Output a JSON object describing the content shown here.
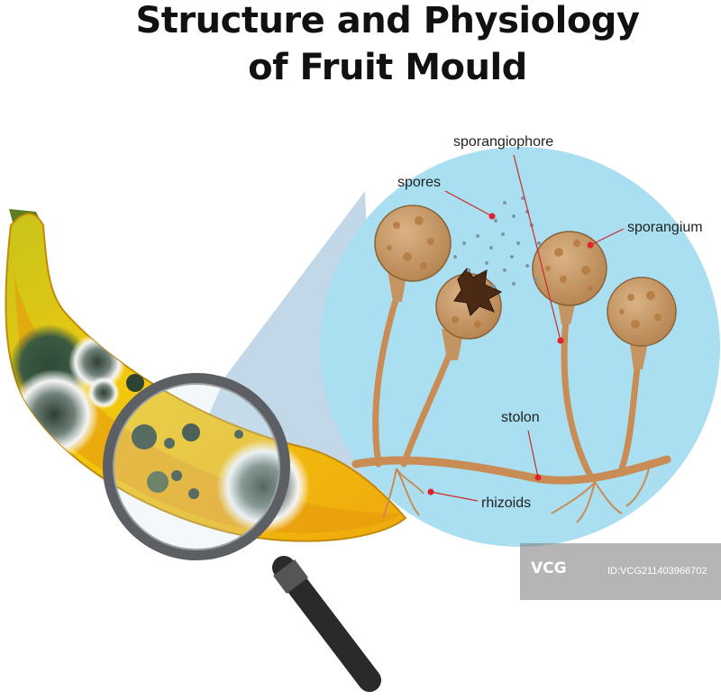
{
  "title": {
    "line1": "Structure and Physiology",
    "line2": "of Fruit Mould"
  },
  "labels": {
    "sporangiophore": "sporangiophore",
    "spores": "spores",
    "sporangium": "sporangium",
    "stolon": "stolon",
    "rhizoids": "rhizoids"
  },
  "watermark": {
    "logo": "VCG",
    "id": "ID:VCG211403966702"
  },
  "colors": {
    "circle_bg": "#a9dff0",
    "banana_yellow": "#f2c511",
    "sporangium": "#c99a62",
    "stalk": "#c98c55",
    "label_dot": "#e0202a"
  }
}
